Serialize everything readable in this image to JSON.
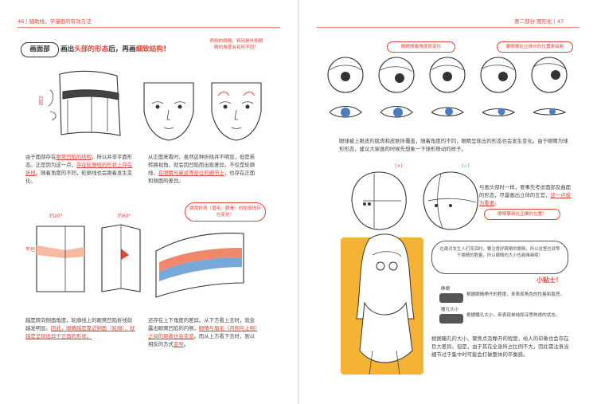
{
  "left_page": {
    "header_number": "46",
    "header_title": "辅助线，学漫画的有效方法",
    "section_badge": "画面部",
    "headline_pre": "画出",
    "headline_hl1": "头部的形态",
    "headline_mid": "后，再画",
    "headline_hl2": "细致结构",
    "headline_end": "！",
    "note_top": "两侧的眼睛，特别是外侧眼睛的角度会有所不同！",
    "label_concave": "凹陷",
    "paragraph1": [
      "由于面部存在",
      "眼窝凹陷的结构",
      "，所以并非平面形态。正是因为这一点，",
      "存在轮廓线的形状上存在折线",
      "。随着角度的不同，轮廓线也会跟着发生变化。"
    ],
    "paragraph2": [
      "从正面来看时，虽然这种折线并不明显，但是若转换视角，就会因凹陷而出现差异。不仅是轮廓线，",
      "在眼睛与鼻梁等部位的细节上",
      "，也存在正面和侧面的差异。"
    ],
    "label_angle1": "约20°",
    "label_angle2": "约60°",
    "label_flat": "平坦",
    "note_mid": "眼窝折线（眉毛、颧骨）的轮廓线存在变化！",
    "paragraph3": [
      "越是转向侧面角度，轮廓线上的眼窝凹陷折线就越发明显。",
      "因此，眼睛越是靠近侧面（轮廓），就越是呈现出异于正面的形状。"
    ],
    "paragraph3_red": "就越是呈现出异于正面的形状",
    "paragraph4": [
      "还存在上下角度的差异。从下方看上去时，就会露出眼窝凹陷的内侧，",
      "眼睛与眉毛（内侧与上侧）之间的距离也会变宽",
      "。而从上方看下去时，则以相反的方式",
      "变窄",
      "。"
    ]
  },
  "right_page": {
    "header_part": "第二部分",
    "header_title": "图形化",
    "header_number": "47",
    "note_left": "眼睛随着角度而变形",
    "note_right": "要眼睛在立体中的位置来绘制",
    "paragraph1": "眼球被上眼皮的肌肉和皮肤所覆盖，随着角度的不同，眼睛呈现出的形态也会发生变化。由于眼睛为球形形态，建议大家画的时候先想象一下球形移动的样子。",
    "mark_x": "(×)",
    "mark_check": "(✓)",
    "paragraph2": [
      "与画头部时一样，要事先考虑面部及曲面的形态，尽量画出立体的五官，",
      "这一点极为重要",
      "。"
    ],
    "note_small": "眼睛要画在正确的位置！",
    "speech": "在面对女生人们流泪时，要注意好眼睛的眼睛。所以这里也就等于眼睛的数量，所以眼睛的大小也越难画哦！",
    "tip_title": "小贴士！",
    "tip_row1_label": "睁眼",
    "tip_row1_text": "根据眼睛睁开的程度，来表现角色的性格和喜恶。",
    "tip_row2_label": "瞳孔大小",
    "tip_row2_text": "根据瞳孔大小，来表现单纯和深思熟虑的状态。",
    "paragraph3": "根据瞳孔的大小、聚焦点及睁开的程度，给人的印象也会存在巨大差异。但是，由于其在全身所占比例不大，因此需注意当细节过于集中时可能会打破整体的平衡感。"
  }
}
